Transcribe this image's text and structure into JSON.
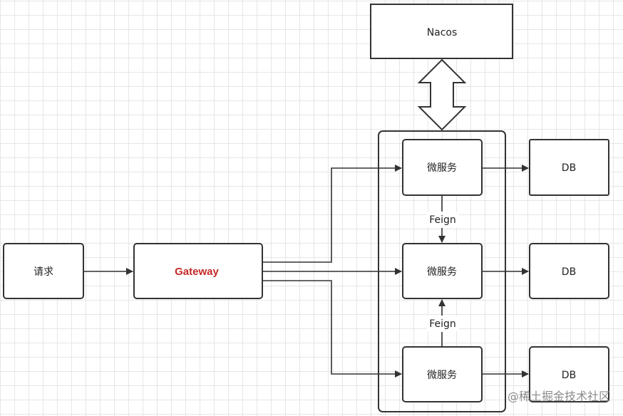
{
  "diagram": {
    "registry": {
      "label": "Nacos"
    },
    "request": {
      "label": "请求"
    },
    "gateway": {
      "label": "Gateway",
      "color": "#c62828"
    },
    "services": [
      {
        "label": "微服务"
      },
      {
        "label": "微服务"
      },
      {
        "label": "微服务"
      }
    ],
    "databases": [
      {
        "label": "DB"
      },
      {
        "label": "DB"
      },
      {
        "label": "DB"
      }
    ],
    "edge_labels": {
      "feign_top": "Feign",
      "feign_bottom": "Feign"
    }
  },
  "watermark": "@稀土掘金技术社区",
  "colors": {
    "stroke": "#333333",
    "grid": "#e6e6e6",
    "gateway_text": "#c62828"
  }
}
